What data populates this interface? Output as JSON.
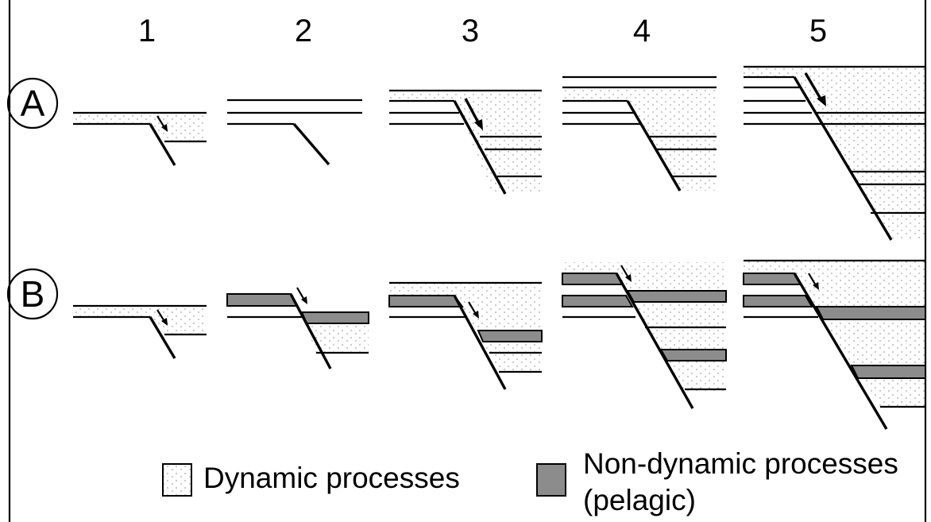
{
  "columns": [
    "1",
    "2",
    "3",
    "4",
    "5"
  ],
  "rows": [
    "A",
    "B"
  ],
  "legend": {
    "dynamic": "Dynamic processes",
    "pelagic_line1": "Non-dynamic processes",
    "pelagic_line2": "(pelagic)"
  },
  "colors": {
    "pelagic_fill": "#8c8c8c",
    "stipple": "#000000",
    "background": "#ffffff"
  }
}
